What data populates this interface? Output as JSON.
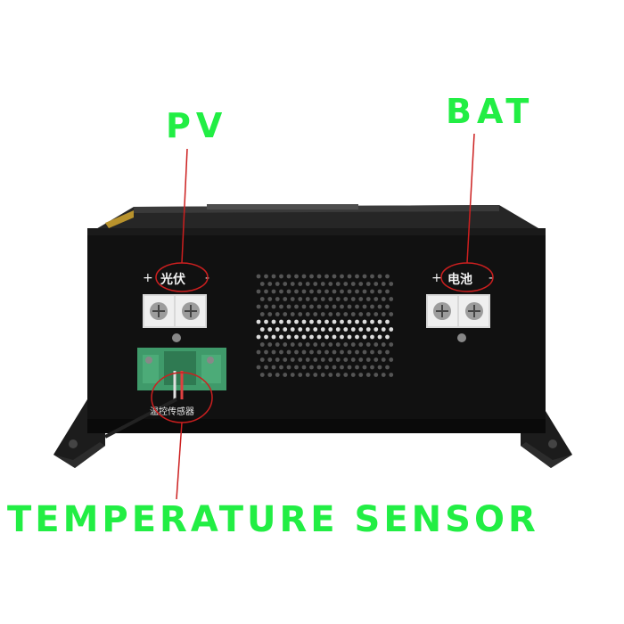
{
  "callouts": {
    "pv": "PV",
    "bat": "BAT",
    "temperature_sensor": "TEMPERATURE SENSOR"
  },
  "panel": {
    "pv_terminal": {
      "plus": "+",
      "label": "光伏",
      "minus": "-"
    },
    "battery_terminal": {
      "plus": "+",
      "label": "电池",
      "minus": "-"
    },
    "sensor_port_label": "温控传感器"
  },
  "colors": {
    "callout_text": "#22ee44",
    "pointer_line": "#cc1f1f",
    "housing": "#111111",
    "connector_block": "#3f9a6a"
  }
}
